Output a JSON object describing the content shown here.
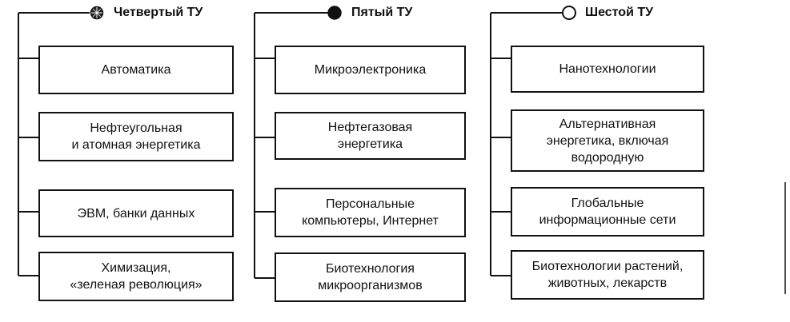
{
  "columns": [
    {
      "header": "Четвертый ТУ",
      "marker": "crossed",
      "items": [
        [
          "Автоматика"
        ],
        [
          "Нефтеугольная",
          "и атомная энергетика"
        ],
        [
          "ЭВМ, банки данных"
        ],
        [
          "Химизация,",
          "«зеленая революция»"
        ]
      ]
    },
    {
      "header": "Пятый ТУ",
      "marker": "filled",
      "items": [
        [
          "Микроэлектроника"
        ],
        [
          "Нефтегазовая",
          "энергетика"
        ],
        [
          "Персональные",
          "компьютеры, Интернет"
        ],
        [
          "Биотехнология",
          "микроорганизмов"
        ]
      ]
    },
    {
      "header": "Шестой ТУ",
      "marker": "open",
      "items": [
        [
          "Нанотехнологии"
        ],
        [
          "Альтернативная",
          "энергетика, включая",
          "водородную"
        ],
        [
          "Глобальные",
          "информационные сети"
        ],
        [
          "Биотехнологии растений,",
          "животных, лекарств"
        ]
      ]
    }
  ]
}
